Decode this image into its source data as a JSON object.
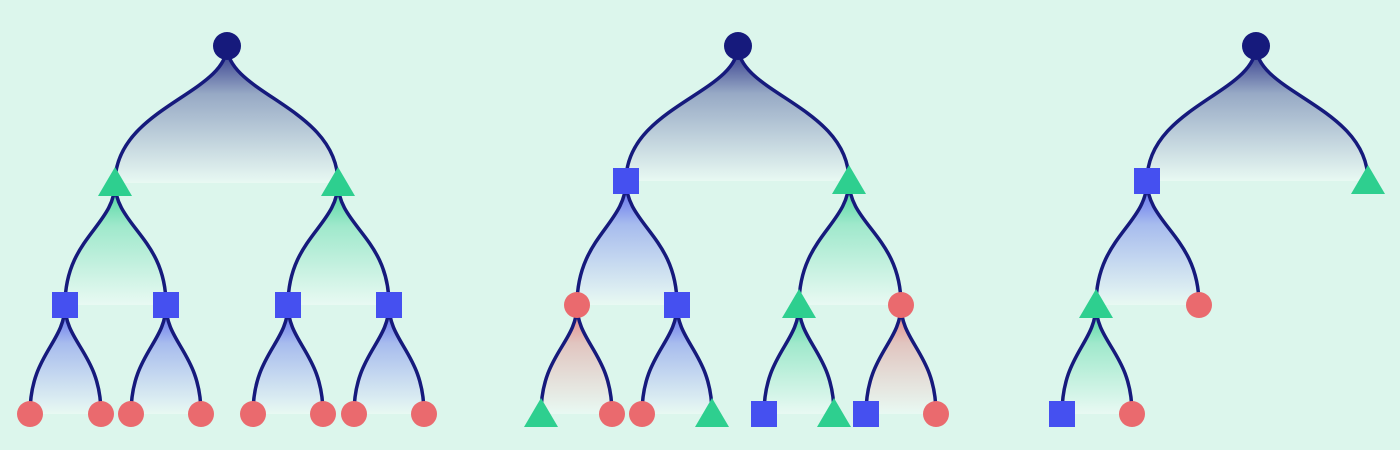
{
  "colors": {
    "background": "#dcf6ec",
    "edge": "#161a7c",
    "root": "#161a7c",
    "square": "#4550f0",
    "triangle": "#2ecf8f",
    "circle": "#ea6a6e",
    "fade": "#ffffff"
  },
  "trees": [
    {
      "name": "tree-1",
      "nodes": [
        {
          "id": "r",
          "shape": "root"
        },
        {
          "id": "a",
          "shape": "triangle",
          "parent": "r"
        },
        {
          "id": "b",
          "shape": "triangle",
          "parent": "r"
        },
        {
          "id": "a1",
          "shape": "square",
          "parent": "a"
        },
        {
          "id": "a2",
          "shape": "square",
          "parent": "a"
        },
        {
          "id": "b1",
          "shape": "square",
          "parent": "b"
        },
        {
          "id": "b2",
          "shape": "square",
          "parent": "b"
        },
        {
          "id": "a1l",
          "shape": "circle",
          "parent": "a1"
        },
        {
          "id": "a1r",
          "shape": "circle",
          "parent": "a1"
        },
        {
          "id": "a2l",
          "shape": "circle",
          "parent": "a2"
        },
        {
          "id": "a2r",
          "shape": "circle",
          "parent": "a2"
        },
        {
          "id": "b1l",
          "shape": "circle",
          "parent": "b1"
        },
        {
          "id": "b1r",
          "shape": "circle",
          "parent": "b1"
        },
        {
          "id": "b2l",
          "shape": "circle",
          "parent": "b2"
        },
        {
          "id": "b2r",
          "shape": "circle",
          "parent": "b2"
        }
      ]
    },
    {
      "name": "tree-2",
      "nodes": [
        {
          "id": "r",
          "shape": "root"
        },
        {
          "id": "a",
          "shape": "square",
          "parent": "r"
        },
        {
          "id": "b",
          "shape": "triangle",
          "parent": "r"
        },
        {
          "id": "a1",
          "shape": "circle",
          "parent": "a"
        },
        {
          "id": "a2",
          "shape": "square",
          "parent": "a"
        },
        {
          "id": "b1",
          "shape": "triangle",
          "parent": "b"
        },
        {
          "id": "b2",
          "shape": "circle",
          "parent": "b"
        },
        {
          "id": "a1l",
          "shape": "triangle",
          "parent": "a1"
        },
        {
          "id": "a1r",
          "shape": "circle",
          "parent": "a1"
        },
        {
          "id": "a2l",
          "shape": "circle",
          "parent": "a2"
        },
        {
          "id": "a2r",
          "shape": "triangle",
          "parent": "a2"
        },
        {
          "id": "b1l",
          "shape": "square",
          "parent": "b1"
        },
        {
          "id": "b1r",
          "shape": "triangle",
          "parent": "b1"
        },
        {
          "id": "b2l",
          "shape": "square",
          "parent": "b2"
        },
        {
          "id": "b2r",
          "shape": "circle",
          "parent": "b2"
        }
      ]
    },
    {
      "name": "tree-3",
      "nodes": [
        {
          "id": "r",
          "shape": "root"
        },
        {
          "id": "a",
          "shape": "square",
          "parent": "r"
        },
        {
          "id": "b",
          "shape": "triangle",
          "parent": "r"
        },
        {
          "id": "a1",
          "shape": "triangle",
          "parent": "a"
        },
        {
          "id": "a2",
          "shape": "circle",
          "parent": "a"
        },
        {
          "id": "a1l",
          "shape": "square",
          "parent": "a1"
        },
        {
          "id": "a1r",
          "shape": "circle",
          "parent": "a1"
        }
      ]
    }
  ]
}
